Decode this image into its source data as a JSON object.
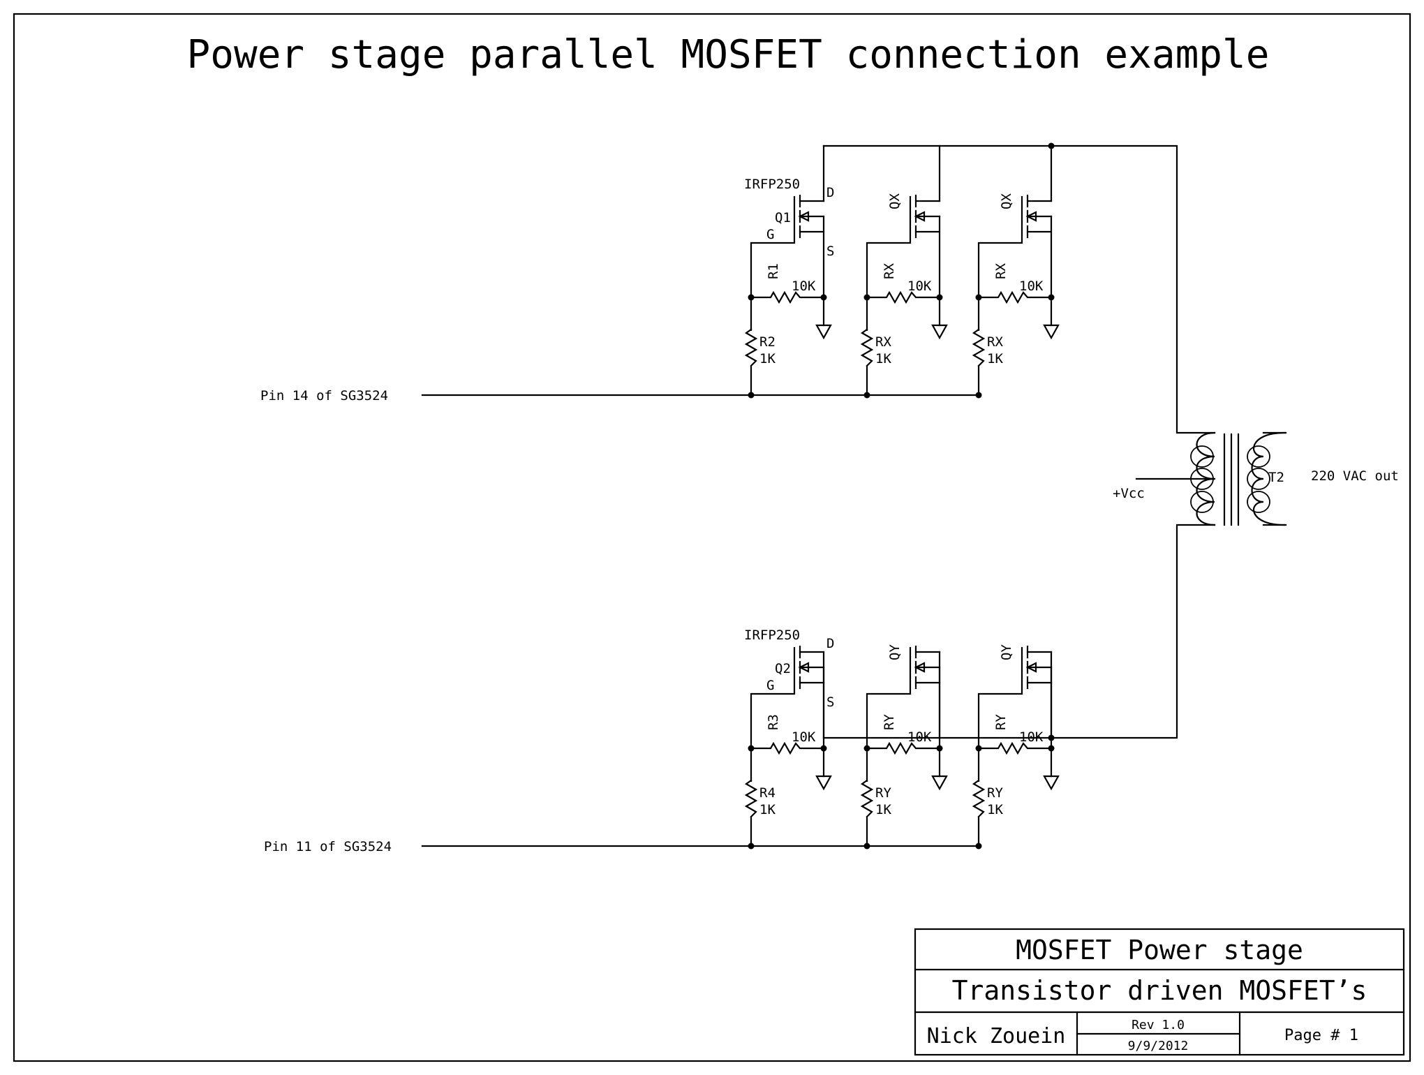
{
  "title": "Power stage parallel MOSFET connection example",
  "inputs": {
    "top": "Pin 14 of SG3524",
    "bottom": "Pin 11 of SG3524"
  },
  "transformer": {
    "ref": "T2",
    "supply": "+Vcc",
    "output": "220 VAC out"
  },
  "top_bank": {
    "part": "IRFP250",
    "pins": {
      "drain": "D",
      "gate": "G",
      "source": "S"
    },
    "stages": [
      {
        "q": "Q1",
        "rgs": "R1",
        "rgs_value": "10K",
        "rg": "R2",
        "rg_value": "1K"
      },
      {
        "q": "QX",
        "rgs": "RX",
        "rgs_value": "10K",
        "rg": "RX",
        "rg_value": "1K"
      },
      {
        "q": "QX",
        "rgs": "RX",
        "rgs_value": "10K",
        "rg": "RX",
        "rg_value": "1K"
      }
    ]
  },
  "bottom_bank": {
    "part": "IRFP250",
    "pins": {
      "drain": "D",
      "gate": "G",
      "source": "S"
    },
    "stages": [
      {
        "q": "Q2",
        "rgs": "R3",
        "rgs_value": "10K",
        "rg": "R4",
        "rg_value": "1K"
      },
      {
        "q": "QY",
        "rgs": "RY",
        "rgs_value": "10K",
        "rg": "RY",
        "rg_value": "1K"
      },
      {
        "q": "QY",
        "rgs": "RY",
        "rgs_value": "10K",
        "rg": "RY",
        "rg_value": "1K"
      }
    ]
  },
  "title_block": {
    "heading": "MOSFET Power stage",
    "subtitle": "Transistor driven MOSFET’s",
    "author": "Nick Zouein",
    "rev": "Rev 1.0",
    "date": "9/9/2012",
    "page": "Page # 1"
  }
}
